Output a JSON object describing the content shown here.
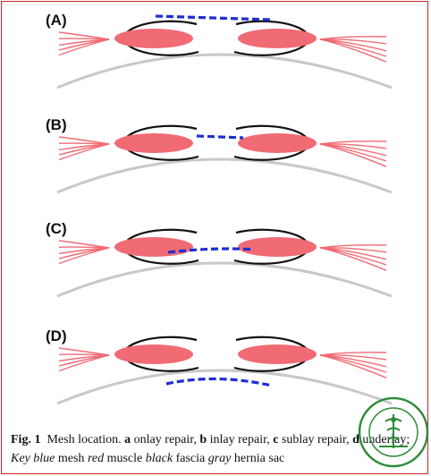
{
  "panels": [
    {
      "label": "(A)",
      "mesh": "onlay"
    },
    {
      "label": "(B)",
      "mesh": "inlay"
    },
    {
      "label": "(C)",
      "mesh": "sublay"
    },
    {
      "label": "(D)",
      "mesh": "underlay"
    }
  ],
  "caption": {
    "fig_label": "Fig. 1",
    "title": "Mesh location.",
    "a": "a",
    "a_text": "onlay repair,",
    "b": "b",
    "b_text": "inlay repair,",
    "c": "c",
    "c_text": "sublay repair,",
    "d": "d",
    "d_text": "underlay;",
    "key_label": "Key",
    "blue": "blue",
    "blue_text": "mesh",
    "red": "red",
    "red_text": "muscle",
    "black": "black",
    "black_text": "fascia",
    "gray": "gray",
    "gray_text": "hernia sac"
  },
  "colors": {
    "mesh": "#1f2fd0",
    "muscle": "#f06b74",
    "fascia": "#111111",
    "hernia_sac": "#c8c8c8",
    "border": "#c8262a",
    "seal": "#2e8b3a"
  },
  "seal_icon": "hospital-seal-icon"
}
